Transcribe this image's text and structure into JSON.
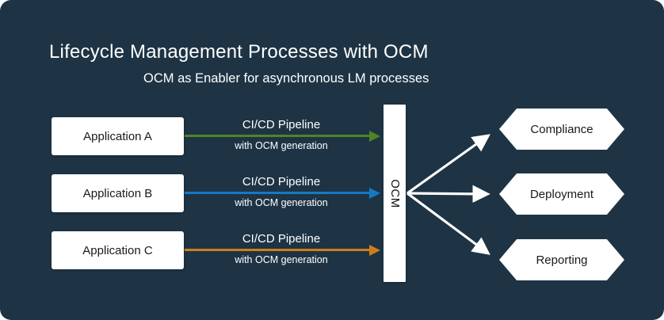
{
  "canvas": {
    "background": "#1e3445"
  },
  "title": "Lifecycle Management Processes with OCM",
  "subtitle": "OCM as Enabler for asynchronous LM processes",
  "applications": [
    {
      "label": "Application A",
      "pipeline": {
        "label": "CI/CD Pipeline",
        "sublabel": "with OCM generation",
        "color": "#4f8427"
      }
    },
    {
      "label": "Application B",
      "pipeline": {
        "label": "CI/CD Pipeline",
        "sublabel": "with OCM generation",
        "color": "#1779c4"
      }
    },
    {
      "label": "Application C",
      "pipeline": {
        "label": "CI/CD Pipeline",
        "sublabel": "with OCM generation",
        "color": "#cf7d1c"
      }
    }
  ],
  "ocm_bar": {
    "label": "OCM"
  },
  "processes": [
    {
      "label": "Compliance"
    },
    {
      "label": "Deployment"
    },
    {
      "label": "Reporting"
    }
  ],
  "arrow_color": "#ffffff"
}
